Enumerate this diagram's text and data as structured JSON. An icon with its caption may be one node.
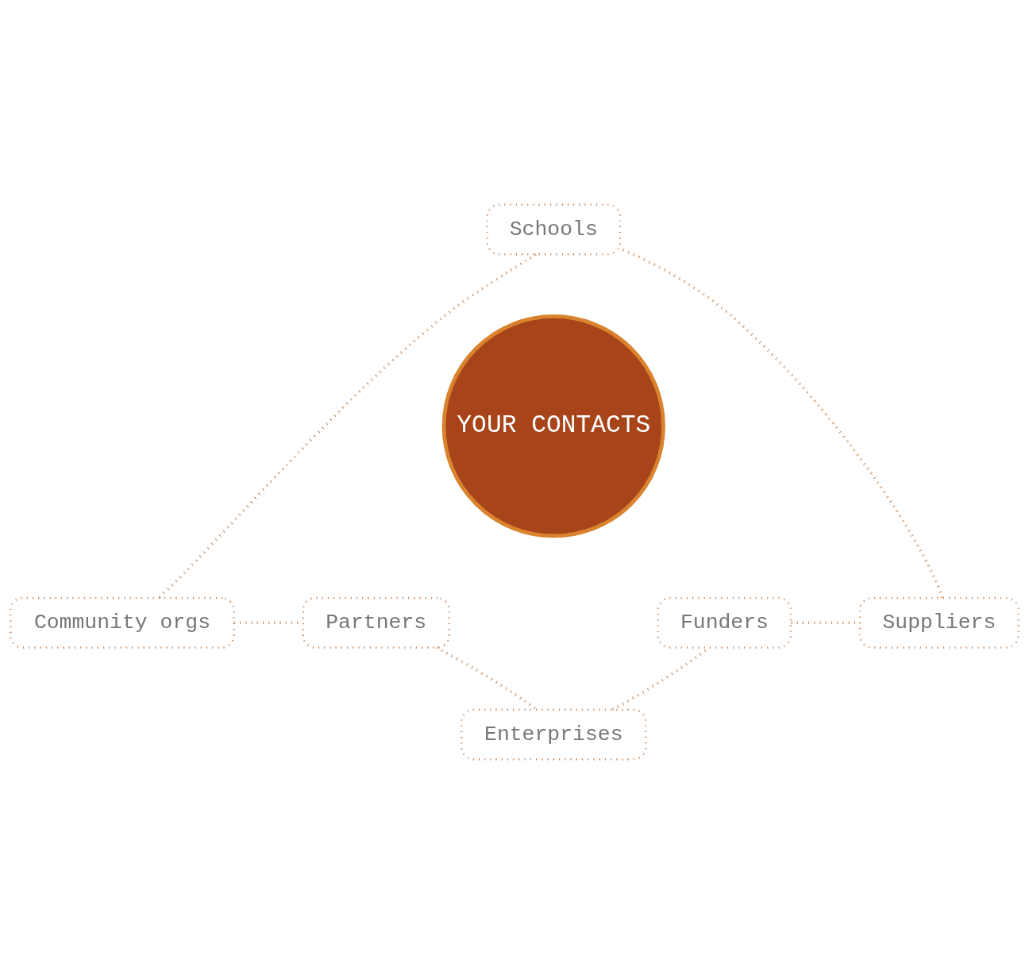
{
  "diagram": {
    "nodes": [
      {
        "text": [
          "YOUR CONTACTS"
        ]
      },
      {
        "text": [
          "Schools"
        ]
      },
      {
        "text": [
          "Community orgs"
        ]
      },
      {
        "text": [
          "Partners"
        ]
      },
      {
        "text": [
          "Enterprises"
        ]
      },
      {
        "text": [
          "Funders"
        ]
      },
      {
        "text": [
          "Suppliers"
        ]
      }
    ],
    "edges": [
      {
        "from": 1,
        "to": 2,
        "arrow": "none",
        "style": "dashed"
      },
      {
        "from": 2,
        "to": 3,
        "arrow": "none",
        "style": "dashed"
      },
      {
        "from": 3,
        "to": 4,
        "arrow": "none",
        "style": "dashed"
      },
      {
        "from": 4,
        "to": 5,
        "arrow": "none",
        "style": "dashed"
      },
      {
        "from": 5,
        "to": 6,
        "arrow": "none",
        "style": "dashed"
      },
      {
        "from": 6,
        "to": 1,
        "arrow": "none",
        "style": "dashed"
      }
    ]
  }
}
